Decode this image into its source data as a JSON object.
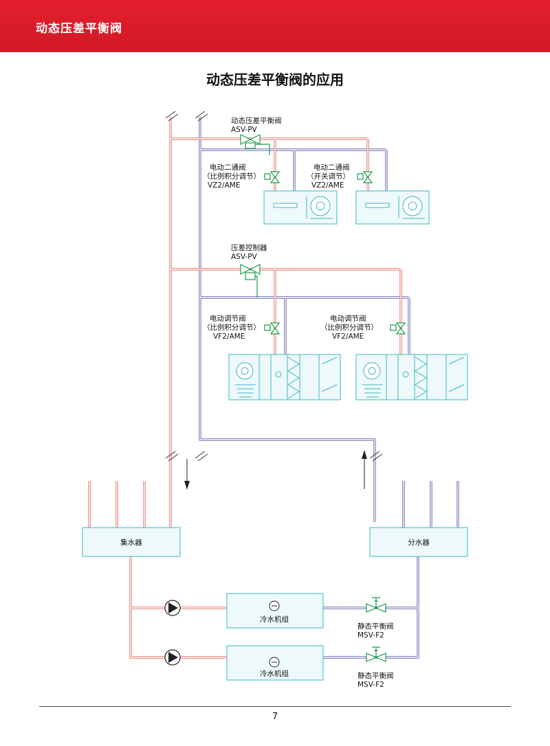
{
  "header": {
    "title": "动态压差平衡阀"
  },
  "page_title": "动态压差平衡阀的应用",
  "labels": {
    "asv_top_name": "动态压差平衡阀",
    "asv_top_model": "ASV-PV",
    "vz2_left_name": "电动二通阀",
    "vz2_left_mode": "（比例积分调节）",
    "vz2_left_model": "VZ2/AME",
    "vz2_right_name": "电动二通阀",
    "vz2_right_mode": "（开关调节）",
    "vz2_right_model": "VZ2/AME",
    "asv_mid_name": "压差控制器",
    "asv_mid_model": "ASV-PV",
    "vf2_left_name": "电动调节阀",
    "vf2_left_mode": "（比例积分调节）",
    "vf2_left_model": "VF2/AME",
    "vf2_right_name": "电动调节阀",
    "vf2_right_mode": "（比例积分调节）",
    "vf2_right_model": "VF2/AME",
    "collector": "集水器",
    "distributor": "分水器",
    "chiller_top": "冷水机组",
    "chiller_bottom": "冷水机组",
    "msv_top_name": "静态平衡阀",
    "msv_top_model": "MSV-F2",
    "msv_bottom_name": "静态平衡阀",
    "msv_bottom_model": "MSV-F2"
  },
  "footer": {
    "page_number": "7"
  },
  "colors": {
    "header_red": "#e41f2d",
    "supply_pipe": "#e8786e",
    "return_pipe": "#6c6cb4",
    "equipment": "#3cb6c4",
    "valve": "#1a9a4a"
  }
}
